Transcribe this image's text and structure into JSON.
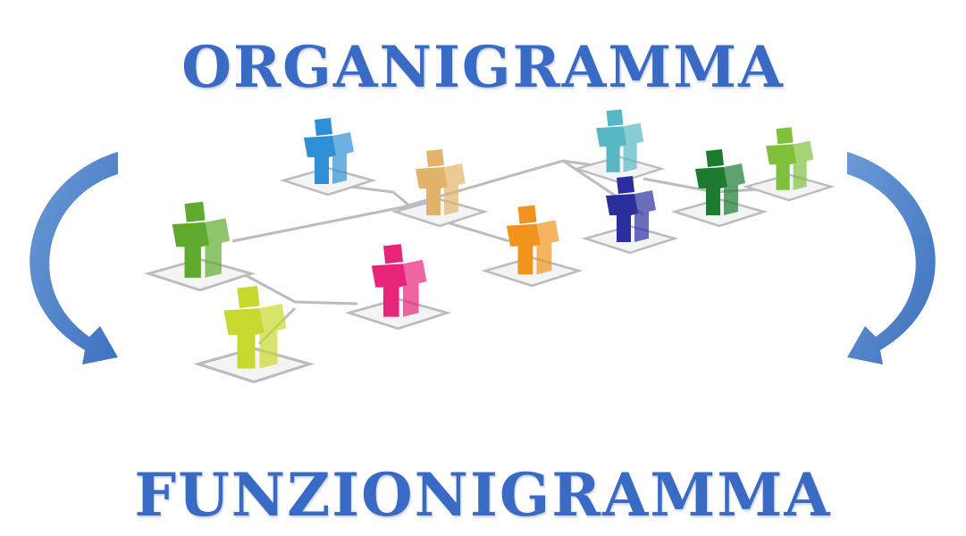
{
  "titles": {
    "top": "ORGANIGRAMMA",
    "bottom": "FUNZIONIGRAMMA"
  },
  "colors": {
    "title": "#3a6bc4",
    "arrow": "#4f86c9",
    "connector": "#b9bcc2"
  },
  "figures": [
    {
      "id": "blue",
      "color": "#2f8fd6"
    },
    {
      "id": "teal",
      "color": "#56b8c4"
    },
    {
      "id": "tan",
      "color": "#e2b36a"
    },
    {
      "id": "dark-green",
      "color": "#1d7a2f"
    },
    {
      "id": "lime-green",
      "color": "#7fc13a"
    },
    {
      "id": "navy",
      "color": "#2a2f9c"
    },
    {
      "id": "green",
      "color": "#5faa2e"
    },
    {
      "id": "orange",
      "color": "#f0941e"
    },
    {
      "id": "magenta",
      "color": "#e8247a"
    },
    {
      "id": "yellow-green",
      "color": "#c7d92e"
    }
  ],
  "icons": {
    "left_arrow": "curved-arrow-down-right",
    "right_arrow": "curved-arrow-down-left"
  }
}
